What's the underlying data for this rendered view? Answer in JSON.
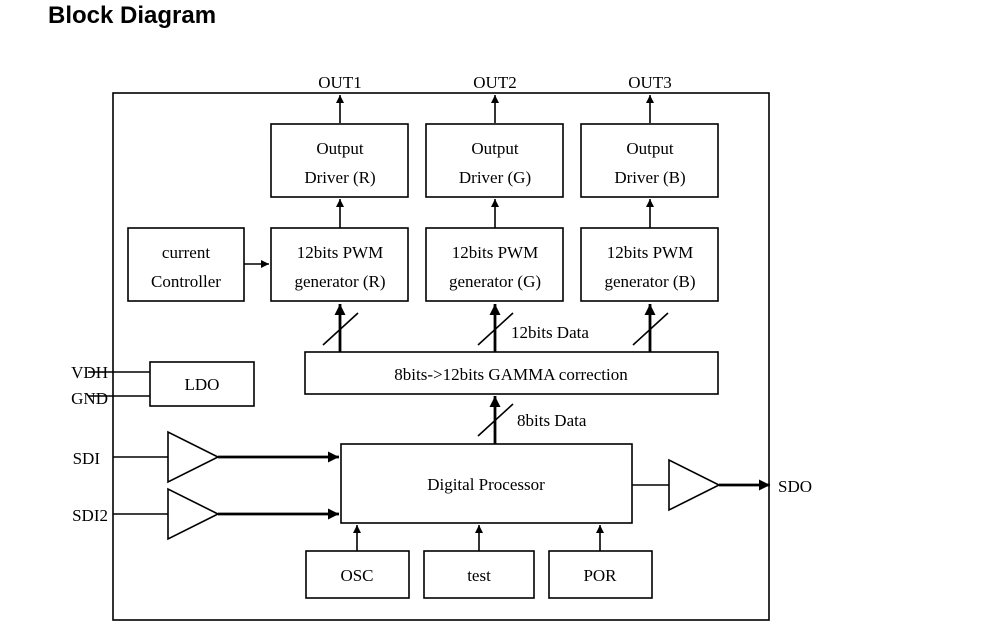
{
  "title": "Block Diagram",
  "outputs": [
    "OUT1",
    "OUT2",
    "OUT3"
  ],
  "output_drivers": [
    {
      "line1": "Output",
      "line2": "Driver (R)"
    },
    {
      "line1": "Output",
      "line2": "Driver (G)"
    },
    {
      "line1": "Output",
      "line2": "Driver (B)"
    }
  ],
  "pwm_generators": [
    {
      "line1": "12bits PWM",
      "line2": "generator (R)"
    },
    {
      "line1": "12bits PWM",
      "line2": "generator (G)"
    },
    {
      "line1": "12bits PWM",
      "line2": "generator (B)"
    }
  ],
  "current_controller": {
    "line1": "current",
    "line2": "Controller"
  },
  "bus_12bit_label": "12bits Data",
  "gamma": "8bits->12bits GAMMA correction",
  "bus_8bit_label": "8bits Data",
  "digital_processor": "Digital Processor",
  "ldo": "LDO",
  "pins": {
    "vdh": "VDH",
    "gnd": "GND",
    "sdi": "SDI",
    "sdi2": "SDI2",
    "sdo": "SDO"
  },
  "bottom_blocks": [
    "OSC",
    "test",
    "POR"
  ]
}
